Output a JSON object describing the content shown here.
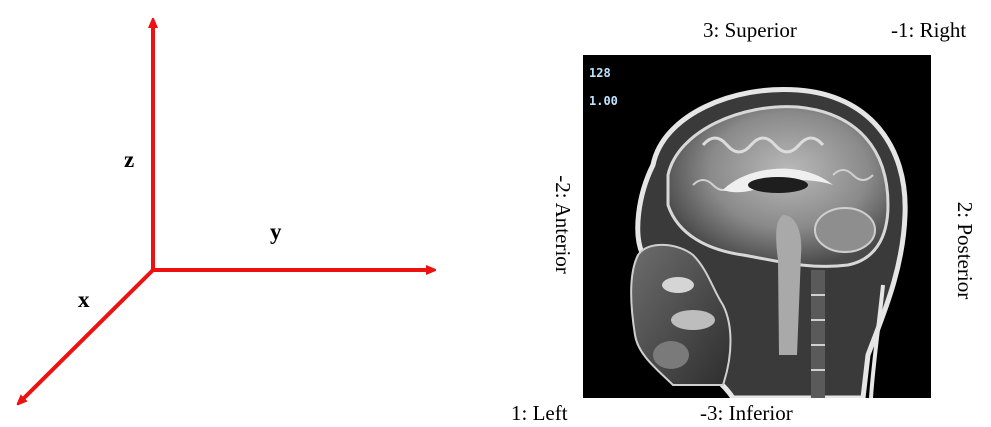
{
  "axes": {
    "z_label": "z",
    "y_label": "y",
    "x_label": "x",
    "color": "#ee1111"
  },
  "image_labels": {
    "top_center": "3: Superior",
    "top_right": "-1: Right",
    "bottom_left": "1: Left",
    "bottom_center": "-3: Inferior",
    "left_side": "-2: Anterior",
    "right_side": "2: Posterior"
  },
  "mri_overlay": {
    "line1": "128",
    "line2": "1.00"
  }
}
